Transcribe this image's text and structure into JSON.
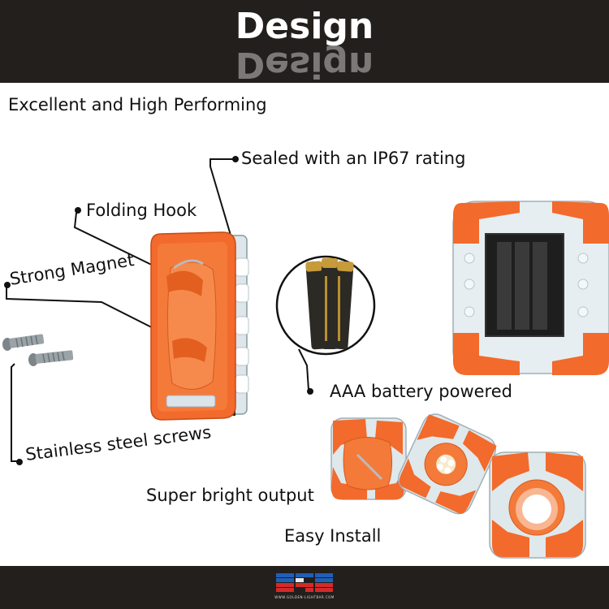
{
  "header": {
    "title": "Design"
  },
  "subtitle": "Excellent and High Performing",
  "callouts": {
    "sealed": "Sealed with an IP67 rating",
    "hook": "Folding Hook",
    "magnet": "Strong Magnet",
    "screws": "Stainless steel screws",
    "battery": "AAA battery powered",
    "output": "Super bright output",
    "install": "Easy Install"
  },
  "footer": {
    "logo_text": "WWW.GOLDEN-LIGHTBAR.COM"
  },
  "colors": {
    "header_bg": "#231f1c",
    "orange": "#f26a2c",
    "logo_blue": "#1f5fb8",
    "logo_red": "#d42a2a"
  }
}
